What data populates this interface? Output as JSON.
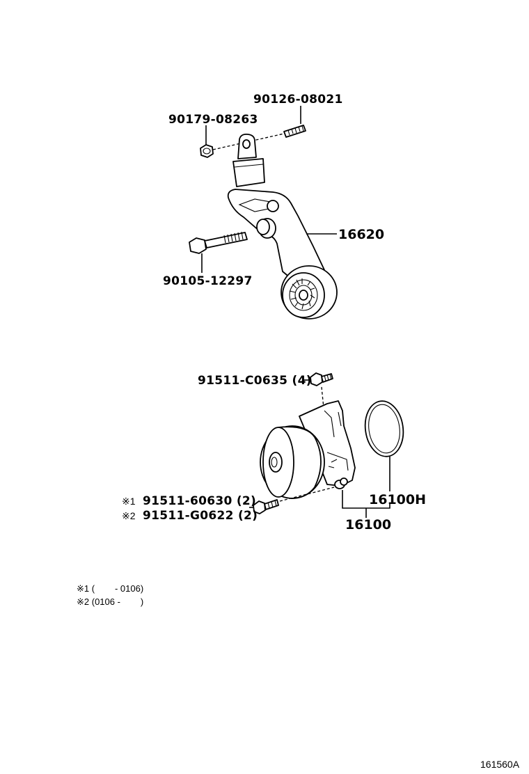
{
  "labels": {
    "stud_bolt": "90126-08021",
    "nut": "90179-08263",
    "tensioner": "16620",
    "tensioner_bolt": "90105-12297",
    "pump_bolt": "91511-C0635 (4)",
    "pump_bolt_v1": "91511-60630 (2)",
    "pump_bolt_v2": "91511-G0622 (2)",
    "gasket": "16100H",
    "water_pump": "16100",
    "mark1": "※1",
    "mark2": "※2"
  },
  "notes": {
    "note1": "※1 (        - 0106)",
    "note2": "※2 (0106 -        )"
  },
  "diagram_code": "161560A"
}
